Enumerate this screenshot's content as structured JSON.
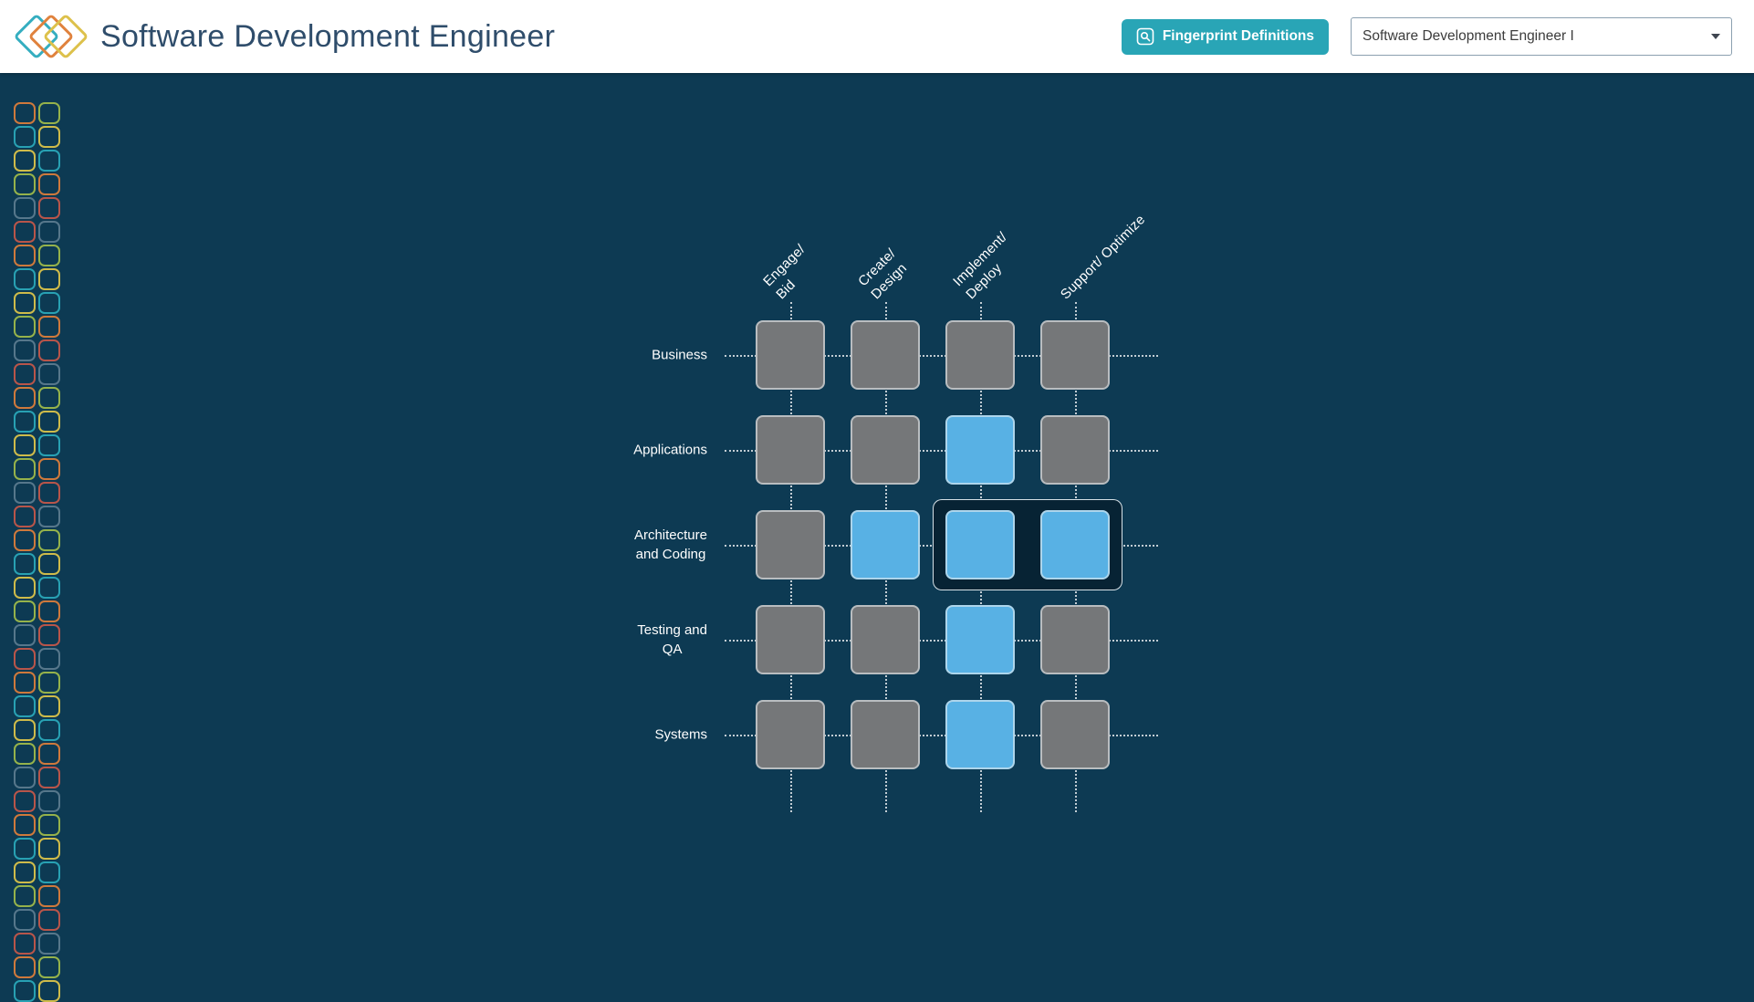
{
  "header": {
    "title": "Software Development Engineer",
    "button_label": "Fingerprint Definitions",
    "dropdown_value": "Software Development Engineer I"
  },
  "matrix": {
    "columns": [
      "Engage/\nBid",
      "Create/\nDesign",
      "Implement/\nDeploy",
      "Support/ Optimize"
    ],
    "rows": [
      "Business",
      "Applications",
      "Architecture\nand Coding",
      "Testing and\nQA",
      "Systems"
    ],
    "cells": [
      [
        0,
        0,
        0,
        0
      ],
      [
        0,
        0,
        1,
        0
      ],
      [
        0,
        1,
        1,
        1
      ],
      [
        0,
        0,
        1,
        0
      ],
      [
        0,
        0,
        1,
        0
      ]
    ],
    "selection": {
      "row": 2,
      "cols": [
        2,
        3
      ]
    }
  },
  "colors": {
    "background": "#0d3a53",
    "accent_teal": "#29a5b6",
    "cell_active": "#58b1e4",
    "cell_inactive": "#757779",
    "selection_fill": "#072334",
    "chain_palette": [
      "#d97c3b",
      "#2aa7b8",
      "#d9c24a",
      "#9db84b",
      "#5b7a8e",
      "#c2564a"
    ]
  }
}
